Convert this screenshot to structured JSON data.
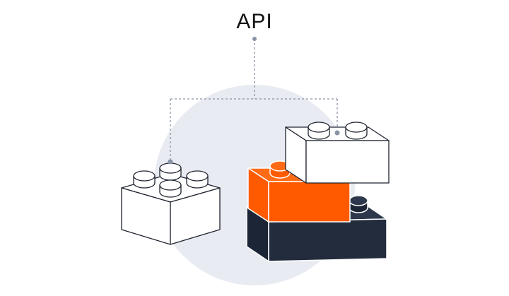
{
  "diagram": {
    "title": "API",
    "colors": {
      "background_circle": "#e9ebf2",
      "connector": "#8a93a6",
      "outline": "#1f2430",
      "white_block": "#ffffff",
      "orange_block": "#ff5a00",
      "navy_block": "#222c3d"
    },
    "blocks": [
      {
        "name": "white-brick-left",
        "color": "white"
      },
      {
        "name": "white-brick-top-right",
        "color": "white"
      },
      {
        "name": "orange-brick",
        "color": "orange"
      },
      {
        "name": "navy-brick",
        "color": "navy"
      }
    ]
  }
}
